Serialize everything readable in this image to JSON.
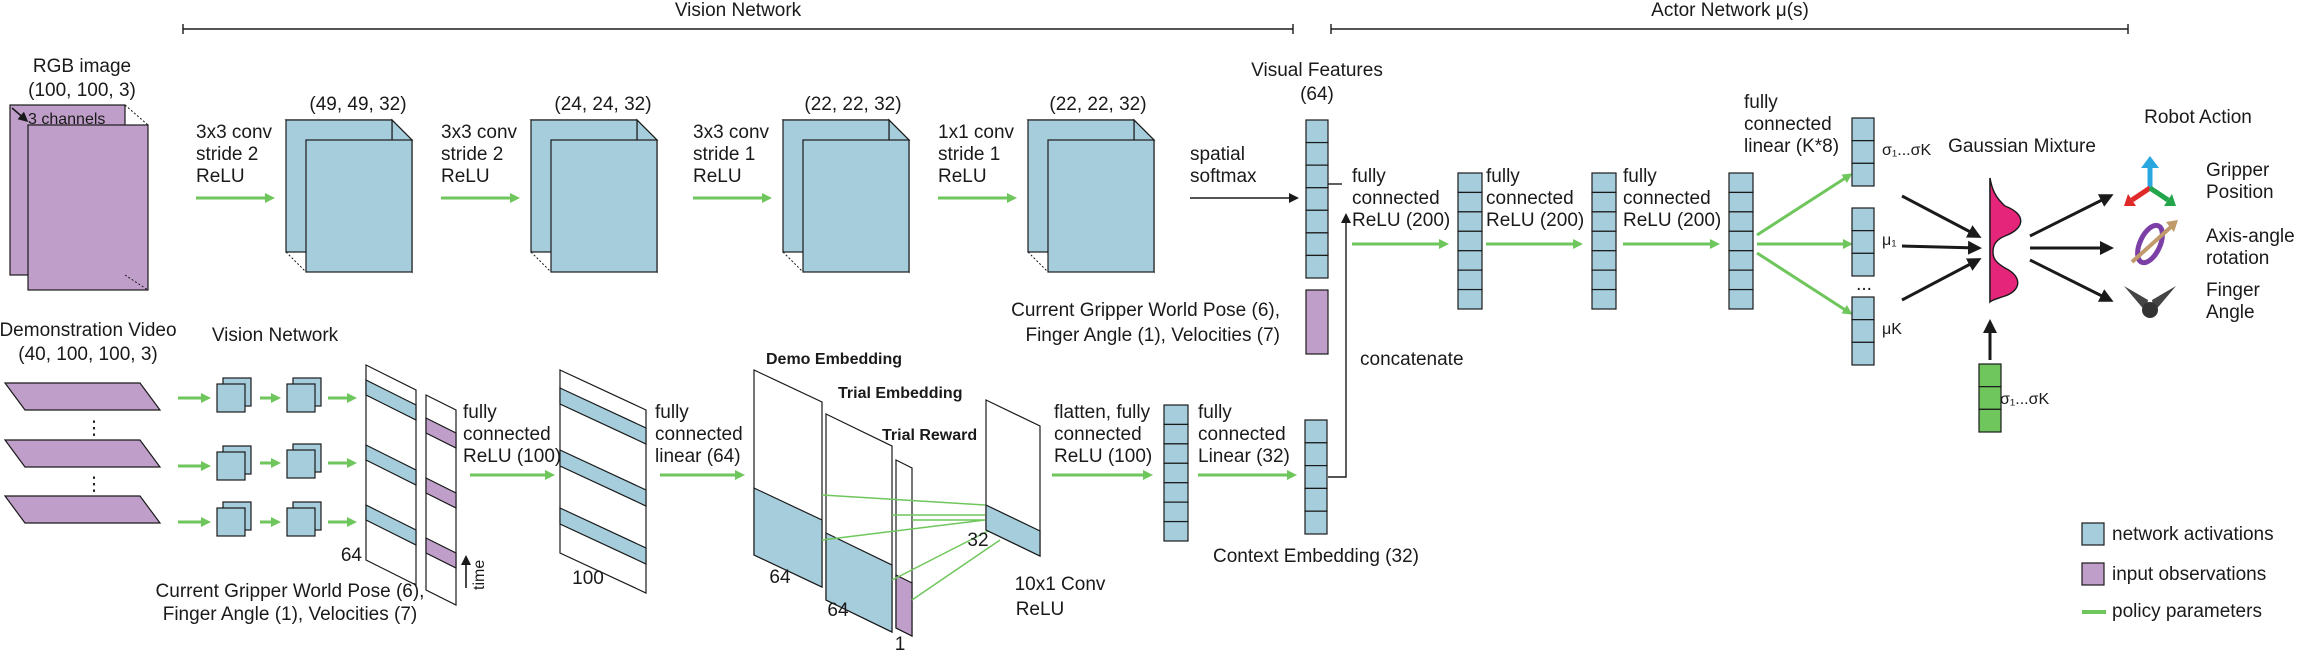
{
  "headers": {
    "vision_network": "Vision Network",
    "actor_network": "Actor Network μ(s)"
  },
  "top_row": {
    "rgb_image_title": "RGB image",
    "rgb_image_shape": "(100, 100, 3)",
    "channels_label": "3 channels",
    "conv1": [
      "3x3 conv",
      "stride 2",
      "ReLU"
    ],
    "shape1": "(49, 49, 32)",
    "conv2": [
      "3x3 conv",
      "stride 2",
      "ReLU"
    ],
    "shape2": "(24, 24, 32)",
    "conv3": [
      "3x3 conv",
      "stride 1",
      "ReLU"
    ],
    "shape3": "(22, 22, 32)",
    "conv4": [
      "1x1 conv",
      "stride 1",
      "ReLU"
    ],
    "shape4": "(22, 22, 32)",
    "spatial_softmax": [
      "spatial",
      "softmax"
    ],
    "visual_features": [
      "Visual Features",
      "(64)"
    ],
    "gripper_pose": [
      "Current Gripper World Pose (6),",
      "Finger Angle (1), Velocities (7)"
    ],
    "concatenate": "concatenate",
    "fc1": [
      "fully",
      "connected",
      "ReLU (200)"
    ],
    "fc2": [
      "fully",
      "connected",
      "ReLU (200)"
    ],
    "fc3": [
      "fully",
      "connected",
      "ReLU (200)"
    ],
    "fc_linear": [
      "fully",
      "connected",
      "linear (K*8)"
    ],
    "sigma_label": "σ₁...σK",
    "mu1_label": "μ₁",
    "dots_label": "...",
    "muk_label": "μK",
    "gaussian_mixture": "Gaussian Mixture",
    "sigma_input_label": "σ₁...σK",
    "robot_action": "Robot Action",
    "gripper_position": [
      "Gripper",
      "Position"
    ],
    "axis_angle": [
      "Axis-angle",
      "rotation"
    ],
    "finger_angle": [
      "Finger",
      "Angle"
    ]
  },
  "bottom_row": {
    "demo_video": [
      "Demonstration Video",
      "(40, 100, 100, 3)"
    ],
    "vision_network": "Vision Network",
    "label_64": "64",
    "time_label": "time",
    "gripper_pose": [
      "Current Gripper World Pose (6),",
      "Finger Angle (1), Velocities (7)"
    ],
    "fc_relu100": [
      "fully",
      "connected",
      "ReLU (100)"
    ],
    "label_100": "100",
    "fc_linear64": [
      "fully",
      "connected",
      "linear (64)"
    ],
    "demo_embedding": "Demo Embedding",
    "trial_embedding": "Trial Embedding",
    "trial_reward": "Trial Reward",
    "label_demo_64": "64",
    "label_trial_64": "64",
    "label_1": "1",
    "label_32": "32",
    "conv10x1": [
      "10x1 Conv",
      "ReLU"
    ],
    "flatten_fc": [
      "flatten, fully",
      "connected",
      "ReLU (100)"
    ],
    "fc_linear32": [
      "fully",
      "connected",
      "Linear (32)"
    ],
    "context_embedding": "Context Embedding (32)"
  },
  "legend": {
    "network_activations": "network activations",
    "input_observations": "input observations",
    "policy_parameters": "policy parameters"
  },
  "colors": {
    "activation_blue": "#a5cddc",
    "observation_purple": "#bf9fc9",
    "policy_green": "#6fc65c",
    "gaussian_pink": "#e5257a"
  }
}
